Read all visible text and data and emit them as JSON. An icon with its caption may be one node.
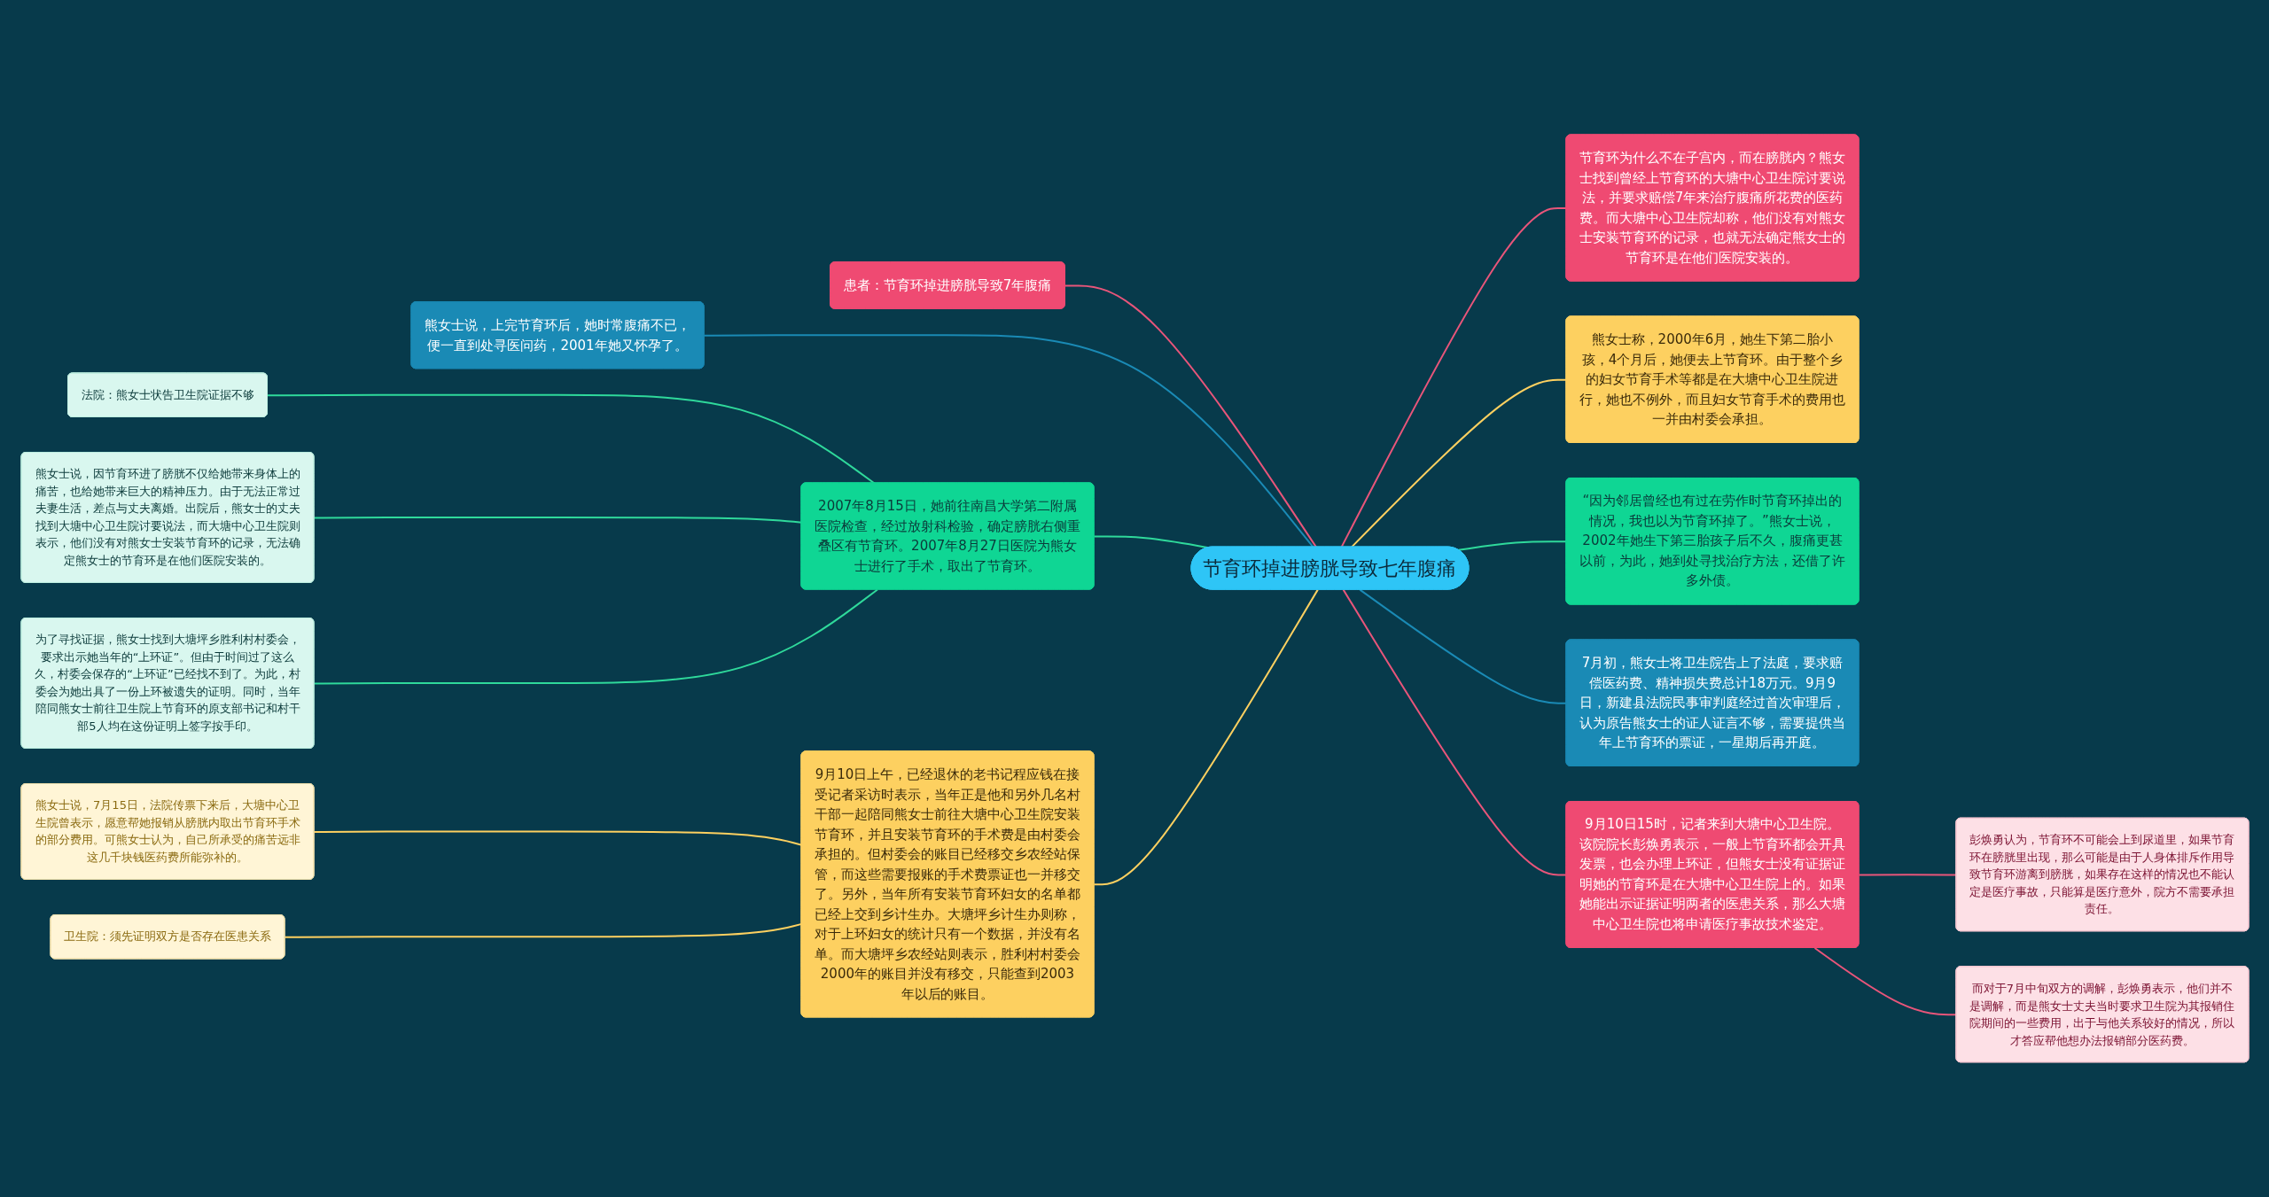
{
  "diagram": {
    "nodes": [
      {
        "text": [
          "节育环掉进膀胱导致七年腹痛"
        ]
      },
      {
        "text": [
          "患者：节育环掉进膀胱导致7年腹痛"
        ]
      },
      {
        "text": [
          "熊女士说，上完节育环后，她时常腹痛不已，便一直到处寻医问药，2001年她又怀孕了。"
        ]
      },
      {
        "text": [
          "2007年8月15日，她前往南昌大学第二附属医院检查，经过放射科检验，确定膀胱右侧重叠区有节育环。2007年8月27日医院为熊女士进行了手术，取出了节育环。"
        ]
      },
      {
        "text": [
          "法院：熊女士状告卫生院证据不够"
        ]
      },
      {
        "text": [
          "熊女士说，因节育环进了膀胱不仅给她带来身体上的痛苦，也给她带来巨大的精神压力。由于无法正常过夫妻生活，差点与丈夫离婚。出院后，熊女士的丈夫找到大塘中心卫生院讨要说法，而大塘中心卫生院则表示，他们没有对熊女士安装节育环的记录，无法确定熊女士的节育环是在他们医院安装的。"
        ]
      },
      {
        "text": [
          "为了寻找证据，熊女士找到大塘坪乡胜利村村委会，要求出示她当年的“上环证”。但由于时间过了这么久，村委会保存的“上环证”已经找不到了。为此，村委会为她出具了一份上环被遗失的证明。同时，当年陪同熊女士前往卫生院上节育环的原支部书记和村干部5人均在这份证明上签字按手印。"
        ]
      },
      {
        "text": [
          "9月10日上午，已经退休的老书记程应钱在接受记者采访时表示，当年正是他和另外几名村干部一起陪同熊女士前往大塘中心卫生院安装节育环，并且安装节育环的手术费是由村委会承担的。但村委会的账目已经移交乡农经站保管，而这些需要报账的手术费票证也一并移交了。另外，当年所有安装节育环妇女的名单都已经上交到乡计生办。大塘坪乡计生办则称，对于上环妇女的统计只有一个数据，并没有名单。而大塘坪乡农经站则表示，胜利村村委会2000年的账目并没有移交，只能查到2003年以后的账目。"
        ]
      },
      {
        "text": [
          "熊女士说，7月15日，法院传票下来后，大塘中心卫生院曾表示，愿意帮她报销从膀胱内取出节育环手术的部分费用。可熊女士认为，自己所承受的痛苦远非这几千块钱医药费所能弥补的。"
        ]
      },
      {
        "text": [
          "卫生院：须先证明双方是否存在医患关系"
        ]
      },
      {
        "text": [
          "节育环为什么不在子宫内，而在膀胱内？熊女士找到曾经上节育环的大塘中心卫生院讨要说法，并要求赔偿7年来治疗腹痛所花费的医药费。而大塘中心卫生院却称，他们没有对熊女士安装节育环的记录，也就无法确定熊女士的节育环是在他们医院安装的。"
        ]
      },
      {
        "text": [
          "熊女士称，2000年6月，她生下第二胎小孩，4个月后，她便去上节育环。由于整个乡的妇女节育手术等都是在大塘中心卫生院进行，她也不例外，而且妇女节育手术的费用也一并由村委会承担。"
        ]
      },
      {
        "text": [
          "“因为邻居曾经也有过在劳作时节育环掉出的情况，我也以为节育环掉了。”熊女士说，2002年她生下第三胎孩子后不久，腹痛更甚以前，为此，她到处寻找治疗方法，还借了许多外债。"
        ]
      },
      {
        "text": [
          "7月初，熊女士将卫生院告上了法庭，要求赔偿医药费、精神损失费总计18万元。9月9日，新建县法院民事审判庭经过首次审理后，认为原告熊女士的证人证言不够，需要提供当年上节育环的票证，一星期后再开庭。"
        ]
      },
      {
        "text": [
          "9月10日15时，记者来到大塘中心卫生院。该院院长彭焕勇表示，一般上节育环都会开具发票，也会办理上环证，但熊女士没有证据证明她的节育环是在大塘中心卫生院上的。如果她能出示证据证明两者的医患关系，那么大塘中心卫生院也将申请医疗事故技术鉴定。"
        ]
      },
      {
        "text": [
          "彭焕勇认为，节育环不可能会上到尿道里，如果节育环在膀胱里出现，那么可能是由于人身体排斥作用导致节育环游离到膀胱，如果存在这样的情况也不能认定是医疗事故，只能算是医疗意外，院方不需要承担责任。"
        ]
      },
      {
        "text": [
          "而对于7月中旬双方的调解，彭焕勇表示，他们并不是调解，而是熊女士丈夫当时要求卫生院为其报销住院期间的一些费用，出于与他关系较好的情况，所以才答应帮他想办法报销部分医药费。"
        ]
      }
    ],
    "edges": [
      {
        "from": 0,
        "to": 1,
        "arrow": "none",
        "color": "#e8557a"
      },
      {
        "from": 0,
        "to": 2,
        "arrow": "none",
        "color": "#1a8ab5"
      },
      {
        "from": 0,
        "to": 3,
        "arrow": "none",
        "color": "#2fd99b"
      },
      {
        "from": 3,
        "to": 4,
        "arrow": "none",
        "color": "#2fd99b"
      },
      {
        "from": 3,
        "to": 5,
        "arrow": "none",
        "color": "#2fd99b"
      },
      {
        "from": 3,
        "to": 6,
        "arrow": "none",
        "color": "#2fd99b"
      },
      {
        "from": 0,
        "to": 7,
        "arrow": "none",
        "color": "#fdd060"
      },
      {
        "from": 7,
        "to": 8,
        "arrow": "none",
        "color": "#fdd060"
      },
      {
        "from": 7,
        "to": 9,
        "arrow": "none",
        "color": "#fdd060"
      },
      {
        "from": 0,
        "to": 10,
        "arrow": "none",
        "color": "#e8557a"
      },
      {
        "from": 0,
        "to": 11,
        "arrow": "none",
        "color": "#fdd060"
      },
      {
        "from": 0,
        "to": 12,
        "arrow": "none",
        "color": "#2fd99b"
      },
      {
        "from": 0,
        "to": 13,
        "arrow": "none",
        "color": "#1a8ab5"
      },
      {
        "from": 0,
        "to": 14,
        "arrow": "none",
        "color": "#e8557a"
      },
      {
        "from": 14,
        "to": 15,
        "arrow": "none",
        "color": "#e8557a"
      },
      {
        "from": 14,
        "to": 16,
        "arrow": "none",
        "color": "#e8557a"
      }
    ]
  }
}
